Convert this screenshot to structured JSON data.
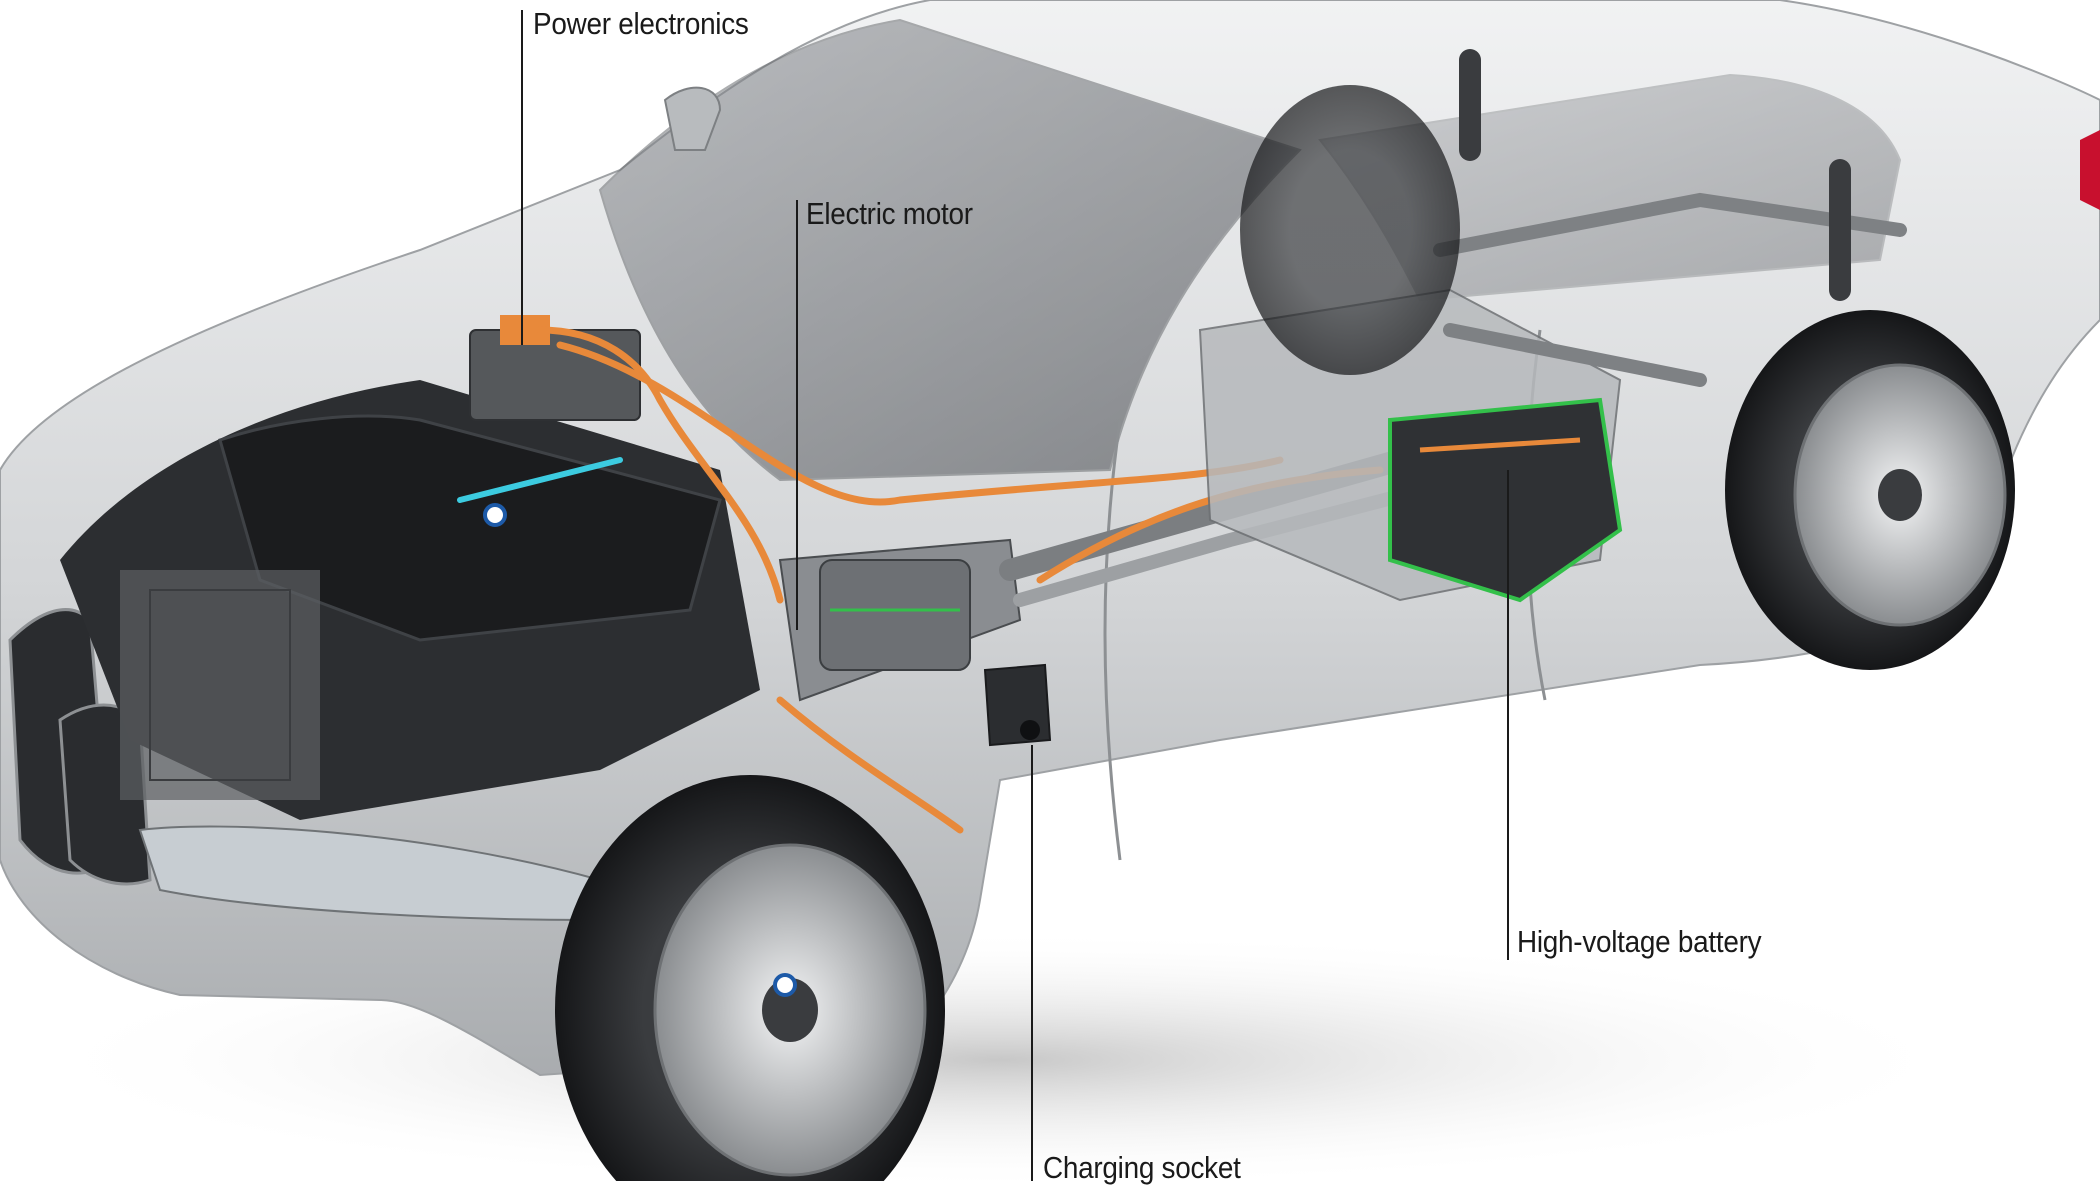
{
  "callouts": {
    "power_electronics": "Power electronics",
    "electric_motor": "Electric motor",
    "high_voltage_battery": "High-voltage battery",
    "charging_socket": "Charging socket"
  },
  "colors": {
    "background": "#ffffff",
    "body_paint": "#d4d6d8",
    "hv_cable": "#e8893a",
    "battery_highlight": "#33c04a",
    "label_text": "#1a1a1a"
  }
}
